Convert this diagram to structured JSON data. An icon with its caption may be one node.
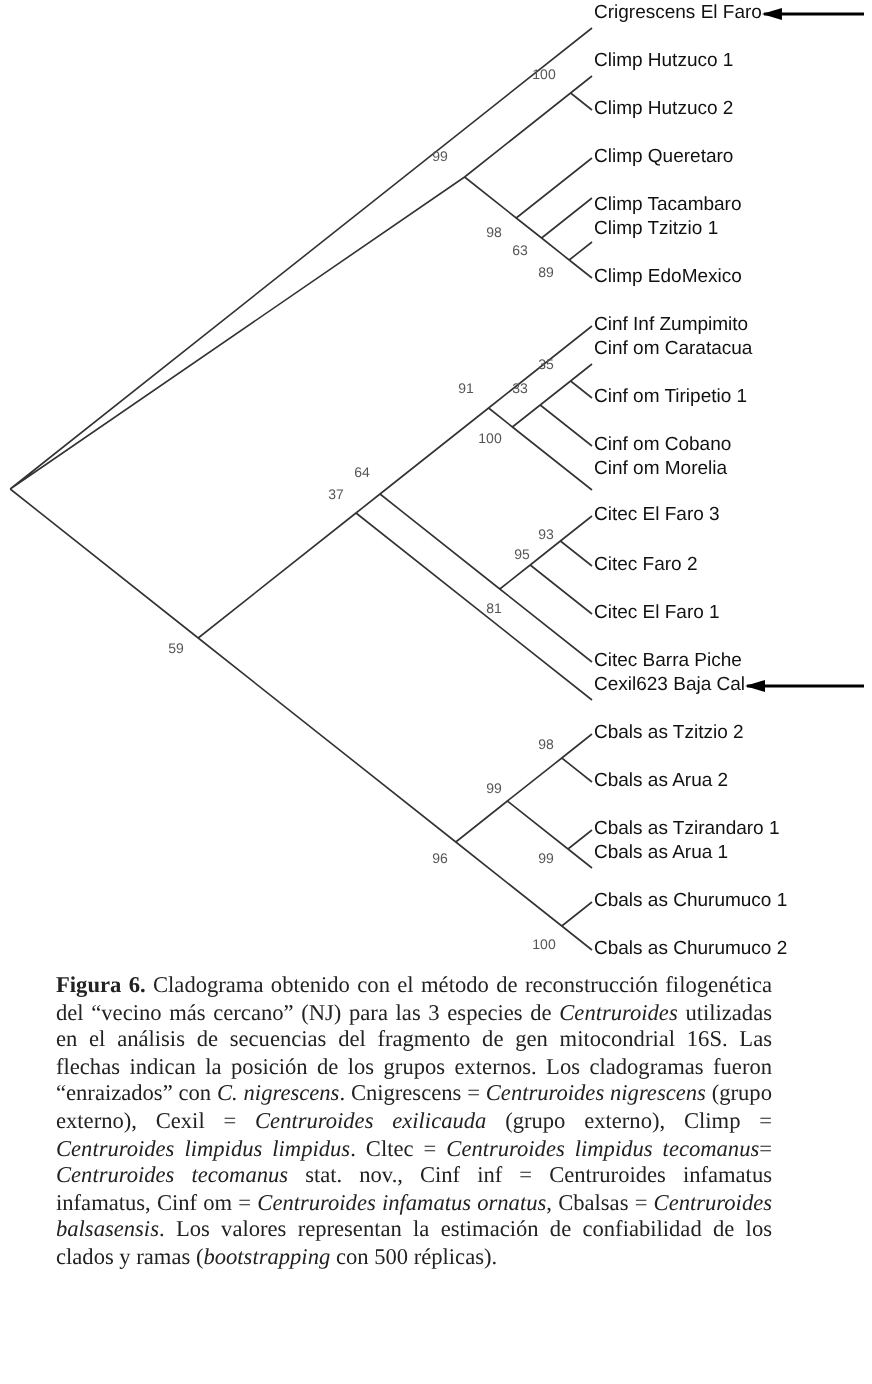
{
  "diagram": {
    "caption": "**Figura 6.** Cladograma obtenido con el método de reconstrucción filogenética del “vecino más cercano” (NJ) para las 3 especies de *Centruroides* utilizadas en el análisis de secuencias del fragmento de gen mitocondrial 16S. Las flechas indican la posición de los grupos externos. Los cladogramas fueron “enraizados” con *C. nigrescens*. Cnigrescens = *Centruroides nigrescens* (grupo externo), Cexil = *Centruroides exilicauda* (grupo externo), Climp = *Centruroides limpidus limpidus*. Cltec = *Centruroides limpidus tecomanus*= *Centruroides tecomanus* stat. nov., Cinf inf = Centruroides infamatus infamatus, Cinf om = *Centruroides infamatus ornatus*, Cbalsas = *Centruroides balsasensis*. Los valores representan la estimación de confiabilidad de los clados y ramas (*bootstrapping* con 500 réplicas).",
    "nodes": [
      {
        "text": [
          "Crigrescens El Faro"
        ]
      },
      {
        "text": [
          "Climp Hutzuco 1"
        ]
      },
      {
        "text": [
          "Climp Hutzuco 2"
        ]
      },
      {
        "text": [
          "Climp Queretaro"
        ]
      },
      {
        "text": [
          "Climp Tacambaro"
        ]
      },
      {
        "text": [
          "Climp Tzitzio 1"
        ]
      },
      {
        "text": [
          "Climp EdoMexico"
        ]
      },
      {
        "text": [
          "Cinf Inf Zumpimito"
        ]
      },
      {
        "text": [
          "Cinf om Caratacua"
        ]
      },
      {
        "text": [
          "Cinf om Tiripetio 1"
        ]
      },
      {
        "text": [
          "Cinf om Cobano"
        ]
      },
      {
        "text": [
          "Cinf om Morelia"
        ]
      },
      {
        "text": [
          "Citec El Faro 3"
        ]
      },
      {
        "text": [
          "Citec Faro 2"
        ]
      },
      {
        "text": [
          "Citec El Faro 1"
        ]
      },
      {
        "text": [
          "Citec Barra Piche"
        ]
      },
      {
        "text": [
          "Cexil623 Baja Cal"
        ]
      },
      {
        "text": [
          "Cbals as Tzitzio 2"
        ]
      },
      {
        "text": [
          "Cbals as Arua 2"
        ]
      },
      {
        "text": [
          "Cbals as Tzirandaro 1"
        ]
      },
      {
        "text": [
          "Cbals as Arua 1"
        ]
      },
      {
        "text": [
          "Cbals as Churumuco 1"
        ]
      },
      {
        "text": [
          "Cbals as Churumuco 2"
        ]
      }
    ],
    "edges": [
      {
        "from": null,
        "to": 0,
        "arrow": "to"
      },
      {
        "from": null,
        "to": 16,
        "arrow": "to"
      }
    ],
    "labels": [
      "100",
      "99",
      "98",
      "63",
      "89",
      "35",
      "91",
      "33",
      "100",
      "64",
      "37",
      "93",
      "95",
      "81",
      "59",
      "98",
      "99",
      "99",
      "96",
      "100"
    ]
  }
}
